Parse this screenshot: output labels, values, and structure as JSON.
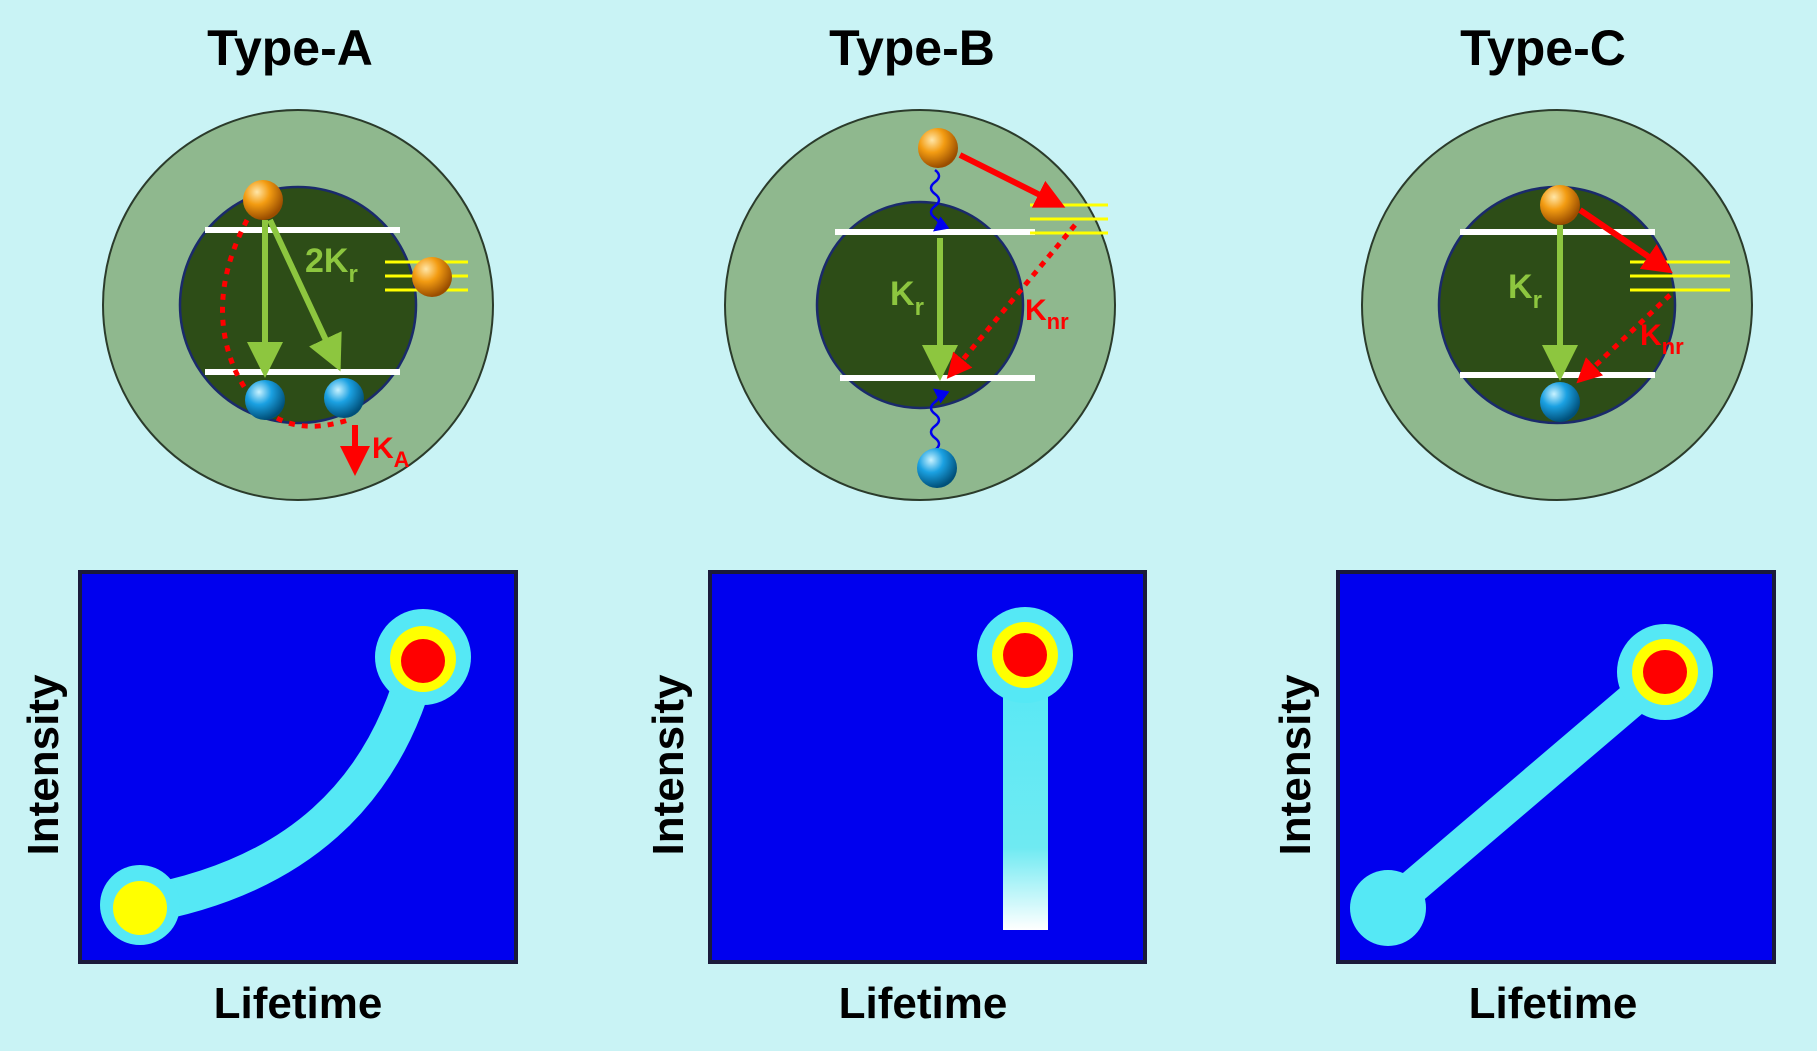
{
  "panels": [
    {
      "title": "Type-A",
      "rate_labels": [
        {
          "main": "2K",
          "sub": "r",
          "color": "#8dc63f"
        },
        {
          "main": "K",
          "sub": "A",
          "color": "#ff0000"
        }
      ],
      "plot": {
        "x_label": "Lifetime",
        "y_label": "Intensity"
      }
    },
    {
      "title": "Type-B",
      "rate_labels": [
        {
          "main": "K",
          "sub": "r",
          "color": "#8dc63f"
        },
        {
          "main": "K",
          "sub": "nr",
          "color": "#ff0000"
        }
      ],
      "plot": {
        "x_label": "Lifetime",
        "y_label": "Intensity"
      }
    },
    {
      "title": "Type-C",
      "rate_labels": [
        {
          "main": "K",
          "sub": "r",
          "color": "#8dc63f"
        },
        {
          "main": "K",
          "sub": "nr",
          "color": "#ff0000"
        }
      ],
      "plot": {
        "x_label": "Lifetime",
        "y_label": "Intensity"
      }
    }
  ],
  "colors": {
    "background": "#c9f3f5",
    "shell": "#8fb88e",
    "core": "#2d4d17",
    "plot_background": "#0000ee",
    "trail": "#55e8f5",
    "hot_spot_outer": "#ffff00",
    "hot_spot_inner": "#ff0000",
    "radiative_arrow": "#8dc63f",
    "nonradiative_arrow": "#ff0000",
    "trap_levels": "#ffff00",
    "electron": "#f39c12",
    "hole": "#1ba1e2"
  }
}
